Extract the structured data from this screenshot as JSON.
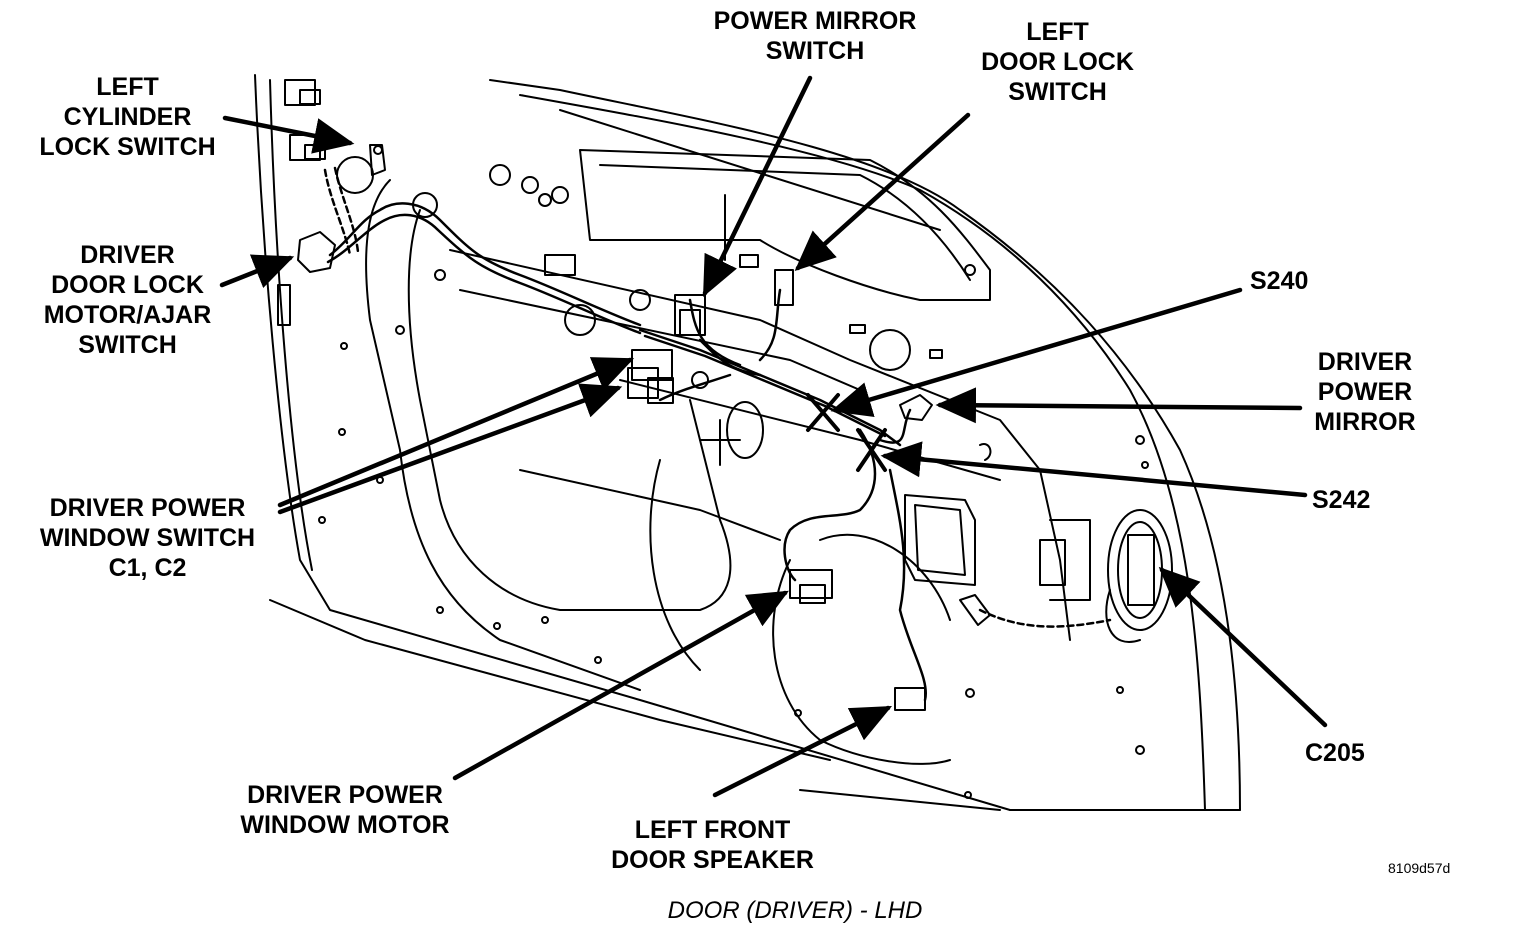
{
  "figure_id": "8109d57d",
  "caption": "DOOR (DRIVER) - LHD",
  "callouts": {
    "left_cylinder_lock_switch": [
      "LEFT",
      "CYLINDER",
      "LOCK SWITCH"
    ],
    "power_mirror_switch": [
      "POWER MIRROR",
      "SWITCH"
    ],
    "left_door_lock_switch": [
      "LEFT",
      "DOOR LOCK",
      "SWITCH"
    ],
    "driver_door_lock_motor": [
      "DRIVER",
      "DOOR LOCK",
      "MOTOR/AJAR",
      "SWITCH"
    ],
    "s240": "S240",
    "driver_power_mirror": [
      "DRIVER",
      "POWER",
      "MIRROR"
    ],
    "driver_power_window_switch": [
      "DRIVER POWER",
      "WINDOW SWITCH",
      "C1, C2"
    ],
    "s242": "S242",
    "driver_power_window_motor": [
      "DRIVER POWER",
      "WINDOW MOTOR"
    ],
    "left_front_door_speaker": [
      "LEFT FRONT",
      "DOOR SPEAKER"
    ],
    "c205": "C205"
  }
}
